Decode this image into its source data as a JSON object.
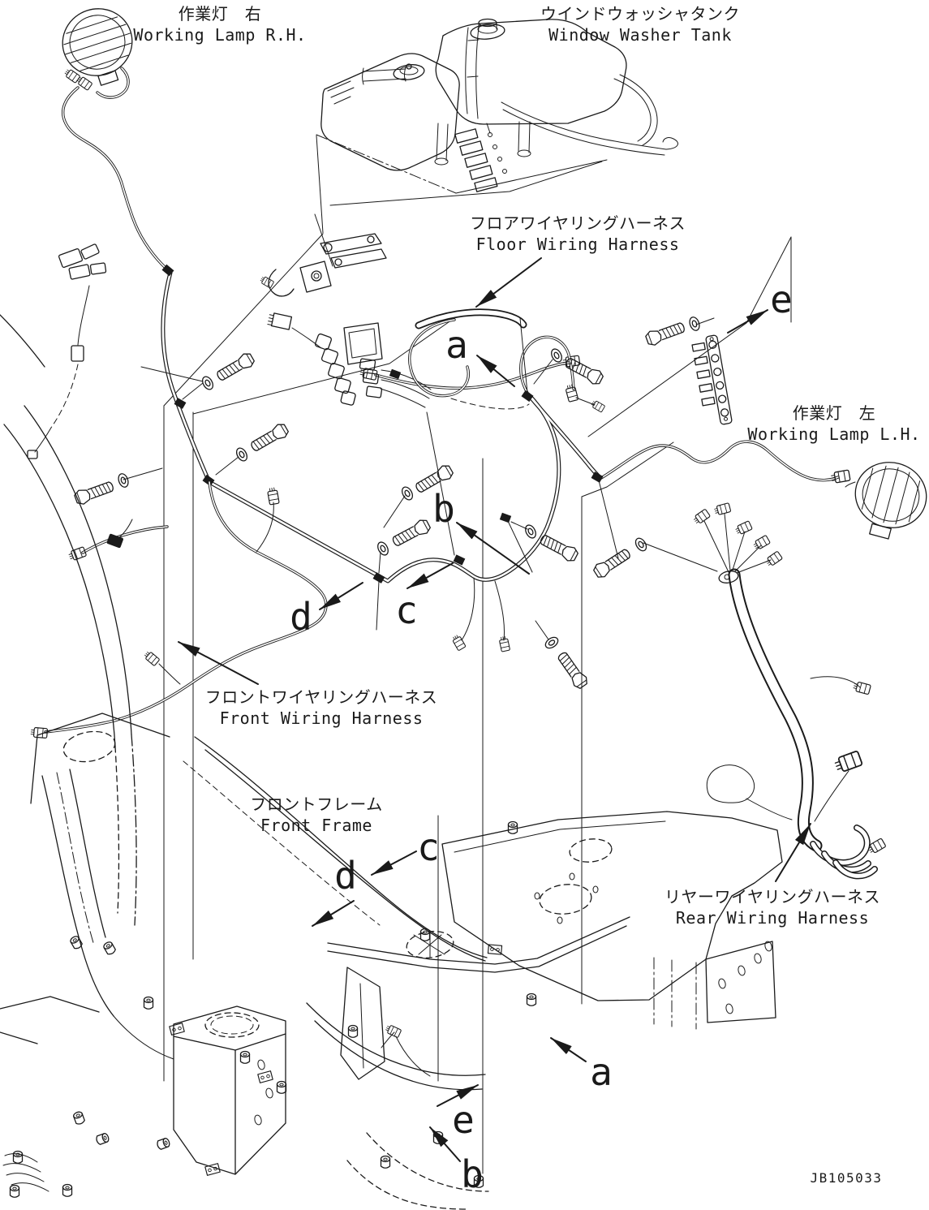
{
  "drawing_number": "JB105033",
  "labels": {
    "working_lamp_rh": {
      "jp": "作業灯　右",
      "en": "Working Lamp R.H."
    },
    "window_washer_tank": {
      "jp": "ウインドウォッシャタンク",
      "en": "Window Washer Tank"
    },
    "floor_wiring_harness": {
      "jp": "フロアワイヤリングハーネス",
      "en": "Floor Wiring Harness"
    },
    "working_lamp_lh": {
      "jp": "作業灯　左",
      "en": "Working Lamp L.H."
    },
    "front_wiring_harness": {
      "jp": "フロントワイヤリングハーネス",
      "en": "Front Wiring Harness"
    },
    "front_frame": {
      "jp": "フロントフレーム",
      "en": "Front Frame"
    },
    "rear_wiring_harness": {
      "jp": "リヤーワイヤリングハーネス",
      "en": "Rear Wiring Harness"
    }
  },
  "view_markers": [
    {
      "letter": "a",
      "position": "center"
    },
    {
      "letter": "b",
      "position": "center"
    },
    {
      "letter": "c",
      "position": "center"
    },
    {
      "letter": "d",
      "position": "center"
    },
    {
      "letter": "e",
      "position": "center"
    },
    {
      "letter": "a",
      "position": "bottom"
    },
    {
      "letter": "b",
      "position": "bottom"
    },
    {
      "letter": "c",
      "position": "bottom"
    },
    {
      "letter": "d",
      "position": "bottom"
    },
    {
      "letter": "e",
      "position": "bottom"
    }
  ],
  "colors": {
    "ink": "#1a1a1a",
    "background": "#ffffff"
  }
}
